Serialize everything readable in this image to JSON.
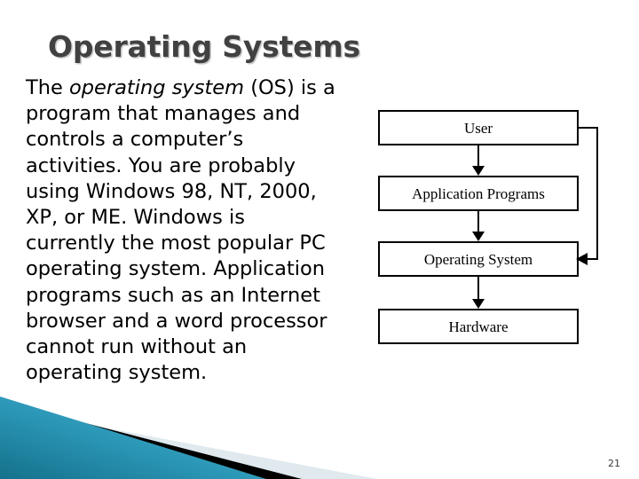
{
  "slide": {
    "title": "Operating Systems",
    "page_number": "21",
    "background_color": "#ffffff",
    "title_color": "#414141"
  },
  "body": {
    "text_before_emphasis": "The ",
    "emphasis": "operating system",
    "text_after_emphasis": " (OS) is a program that manages and controls a computer’s activities. You are probably using Windows 98, NT, 2000, XP, or ME. Windows is currently the most popular PC operating system. Application programs such as an Internet browser and a word processor cannot run without an operating system.",
    "full_text": "The operating system (OS) is a program that manages and controls a computer’s activities. You are probably using Windows 98, NT, 2000, XP, or ME. Windows is currently the most popular PC operating system. Application programs such as an Internet browser and a word processor cannot run without an operating system."
  },
  "diagram": {
    "type": "layered-block-diagram",
    "boxes": [
      {
        "id": "user",
        "label": "User"
      },
      {
        "id": "apps",
        "label": "Application Programs"
      },
      {
        "id": "os",
        "label": "Operating System"
      },
      {
        "id": "hardware",
        "label": "Hardware"
      }
    ],
    "connections": [
      {
        "from": "user",
        "to": "apps",
        "style": "down-arrow"
      },
      {
        "from": "apps",
        "to": "os",
        "style": "down-arrow"
      },
      {
        "from": "os",
        "to": "hardware",
        "style": "down-arrow"
      },
      {
        "from": "user",
        "to": "os",
        "style": "side-feedback-arrow"
      }
    ],
    "box_border_color": "#000000",
    "box_fill_color": "#ffffff"
  },
  "decoration": {
    "name": "flow-theme-corner",
    "teal_dark": "#16768f",
    "teal_mid": "#2a95b5",
    "teal_light": "#4fb0cb",
    "stripe_color": "#000000",
    "pale_color": "#dfe9ee"
  }
}
